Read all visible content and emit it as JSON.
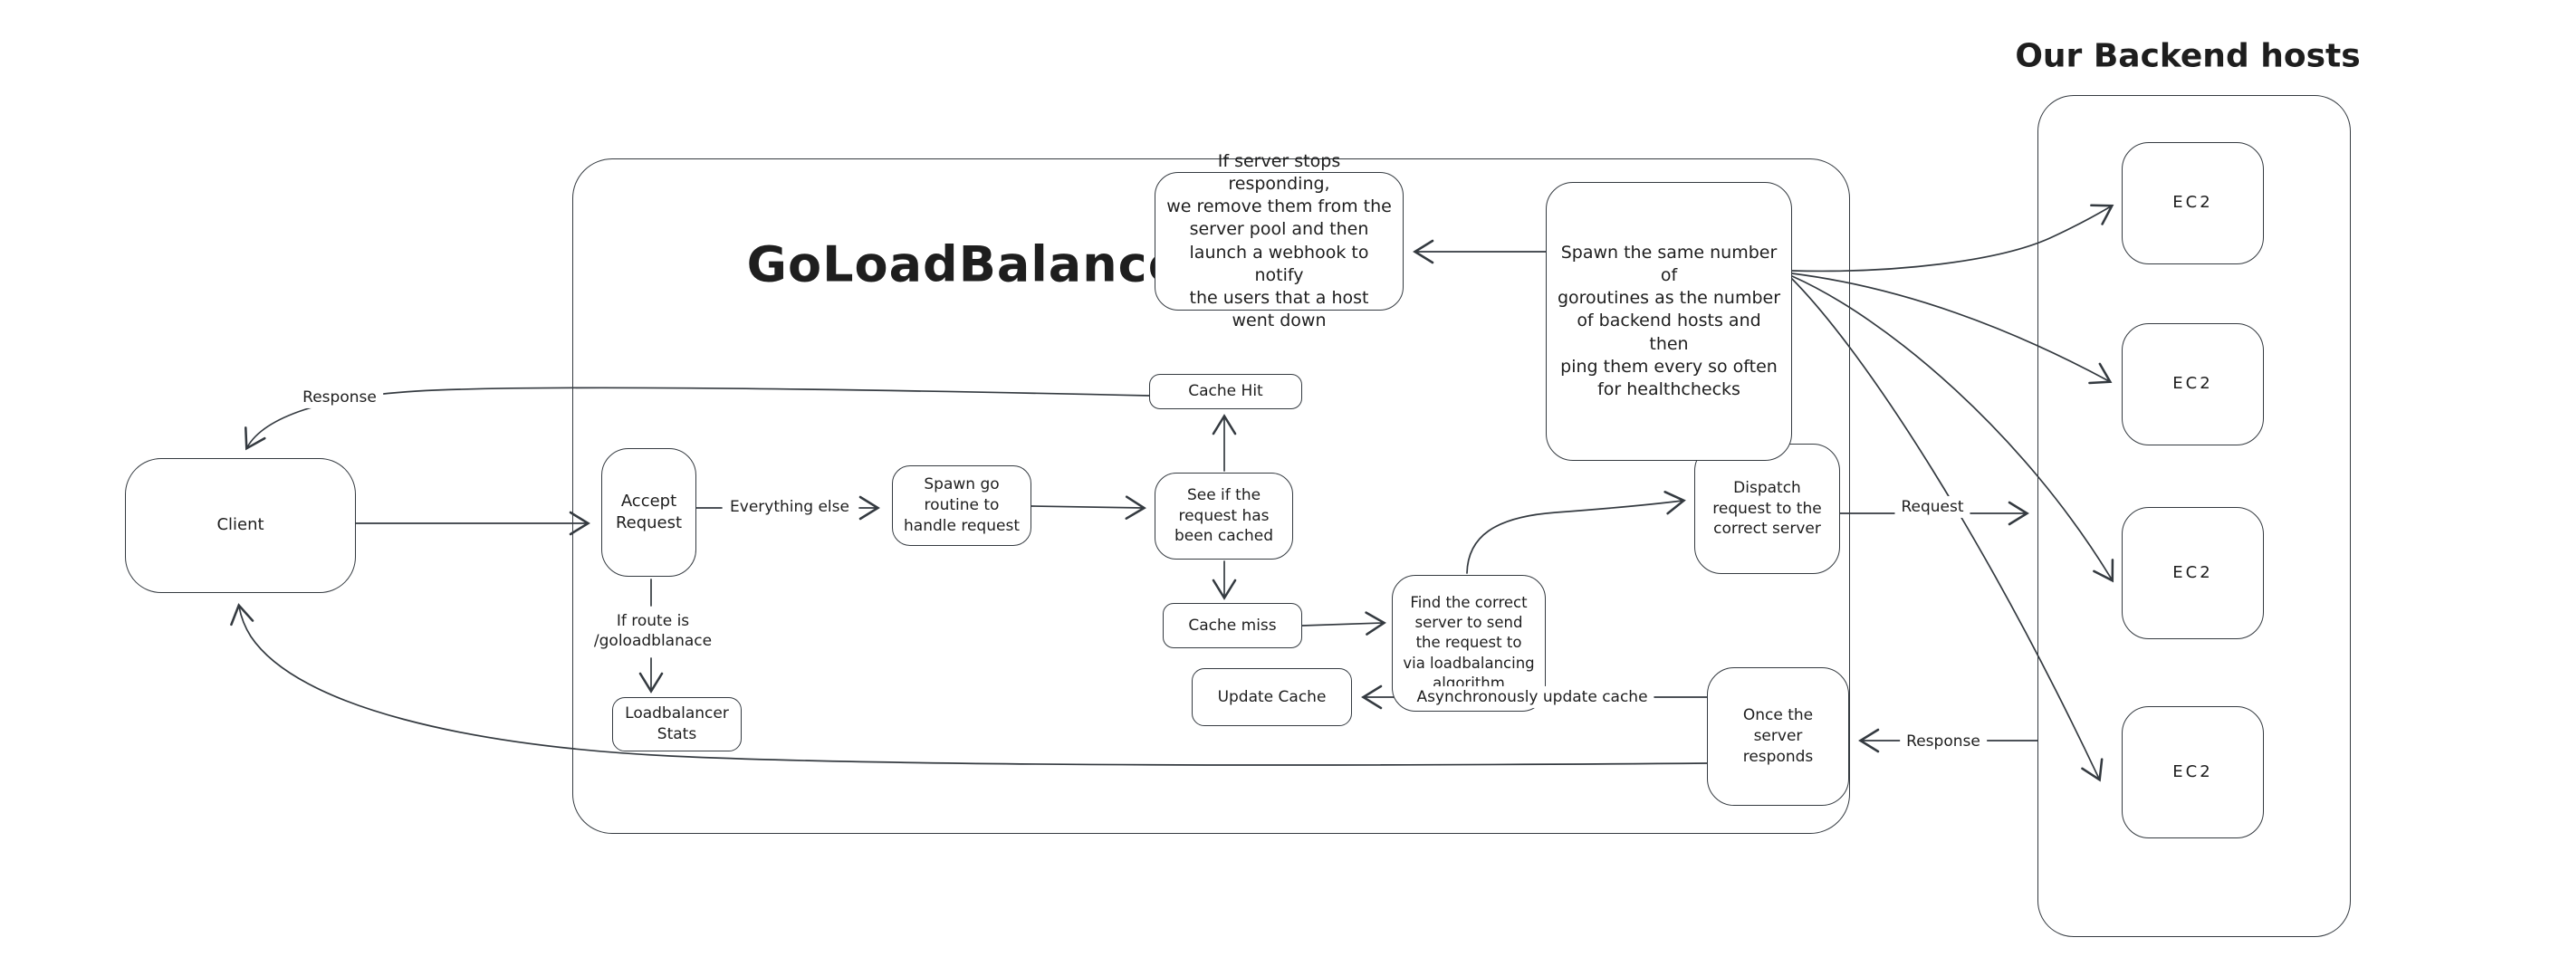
{
  "colors": {
    "stroke": "#343a40",
    "text": "#1e1e1e",
    "background": "#ffffff"
  },
  "main_container": {
    "title": "GoLoadBalance"
  },
  "backend_panel": {
    "title": "Our Backend hosts",
    "hosts": [
      {
        "label": "EC2"
      },
      {
        "label": "EC2"
      },
      {
        "label": "EC2"
      },
      {
        "label": "EC2"
      }
    ]
  },
  "nodes": {
    "client": "Client",
    "accept_request": "Accept\nRequest",
    "spawn_routine": "Spawn go\nroutine to\nhandle request",
    "cache_hit": "Cache Hit",
    "check_cache": "See if the\nrequest has\nbeen cached",
    "cache_miss": "Cache miss",
    "find_server": "Find the correct\nserver to send\nthe request to\nvia loadbalancing\nalgorithm",
    "dispatch": "Dispatch\nrequest to the\ncorrect server",
    "update_cache": "Update Cache",
    "once_responds": "Once the\nserver\nresponds",
    "lb_stats": "Loadbalancer\nStats"
  },
  "notes": {
    "webhook": "If server stops responding,\nwe remove them from the\nserver pool and then\nlaunch a webhook to notify\nthe users that a host\nwent down",
    "healthchecks": "Spawn the same number of\ngoroutines as the number\nof backend hosts and then\nping them every so often\nfor healthchecks"
  },
  "edge_labels": {
    "response_to_client": "Response",
    "everything_else": "Everything else",
    "stats_route": "If route is\n/goloadblanace",
    "request": "Request",
    "response_from_backend": "Response",
    "async_update": "Asynchronously update cache"
  }
}
